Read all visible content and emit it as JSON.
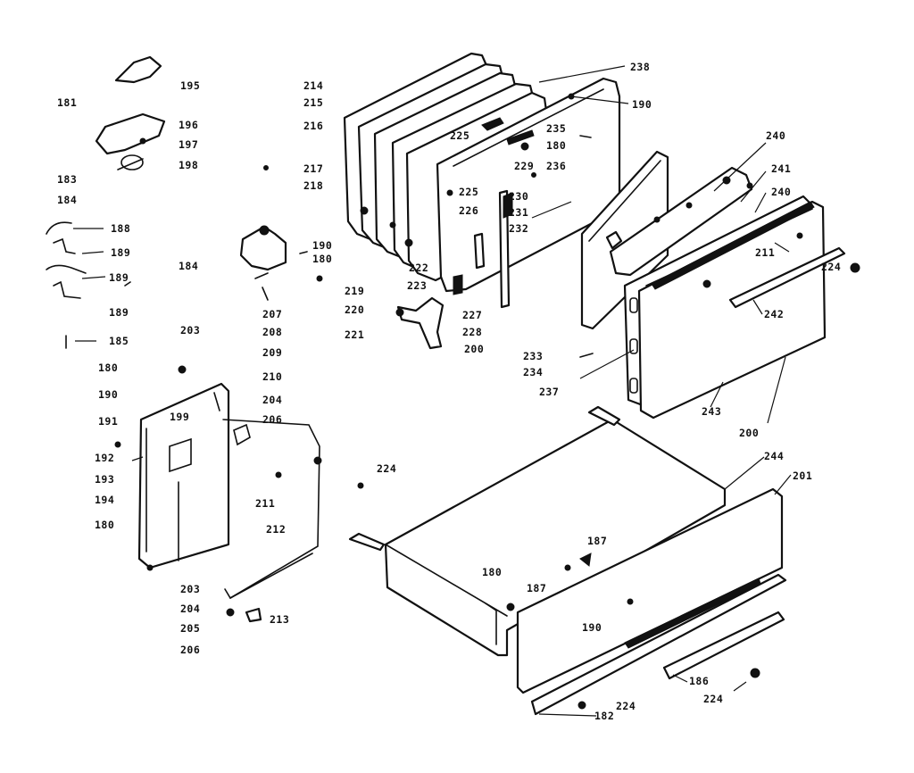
{
  "labels": {
    "l181": "181",
    "l195": "195",
    "l196": "196",
    "l197": "197",
    "l198": "198",
    "l183": "183",
    "l184a": "184",
    "l188": "188",
    "l189a": "189",
    "l189b": "189",
    "l189c": "189",
    "l185": "185",
    "l184b": "184",
    "l203a": "203",
    "l180a": "180",
    "l190a": "190",
    "l191": "191",
    "l199": "199",
    "l192": "192",
    "l193": "193",
    "l194": "194",
    "l180b": "180",
    "l214": "214",
    "l215": "215",
    "l216": "216",
    "l217": "217",
    "l218": "218",
    "l190b": "190",
    "l180c": "180",
    "l219": "219",
    "l220": "220",
    "l221": "221",
    "l207": "207",
    "l208": "208",
    "l209": "209",
    "l210": "210",
    "l204a": "204",
    "l206a": "206",
    "l211a": "211",
    "l212": "212",
    "l203b": "203",
    "l204b": "204",
    "l205": "205",
    "l206b": "206",
    "l213": "213",
    "l238": "238",
    "l190c": "190",
    "l225a": "225",
    "l235": "235",
    "l180d": "180",
    "l229": "229",
    "l236": "236",
    "l225b": "225",
    "l226": "226",
    "l230": "230",
    "l231": "231",
    "l232": "232",
    "l222": "222",
    "l223": "223",
    "l227": "227",
    "l228": "228",
    "l200a": "200",
    "l240a": "240",
    "l241": "241",
    "l240b": "240",
    "l211b": "211",
    "l224a": "224",
    "l242": "242",
    "l233": "233",
    "l234": "234",
    "l237": "237",
    "l243": "243",
    "l200b": "200",
    "l224b": "224",
    "l244": "244",
    "l201": "201",
    "l187a": "187",
    "l180e": "180",
    "l187b": "187",
    "l190d": "190",
    "l186": "186",
    "l224c": "224",
    "l224d": "224",
    "l182": "182"
  }
}
